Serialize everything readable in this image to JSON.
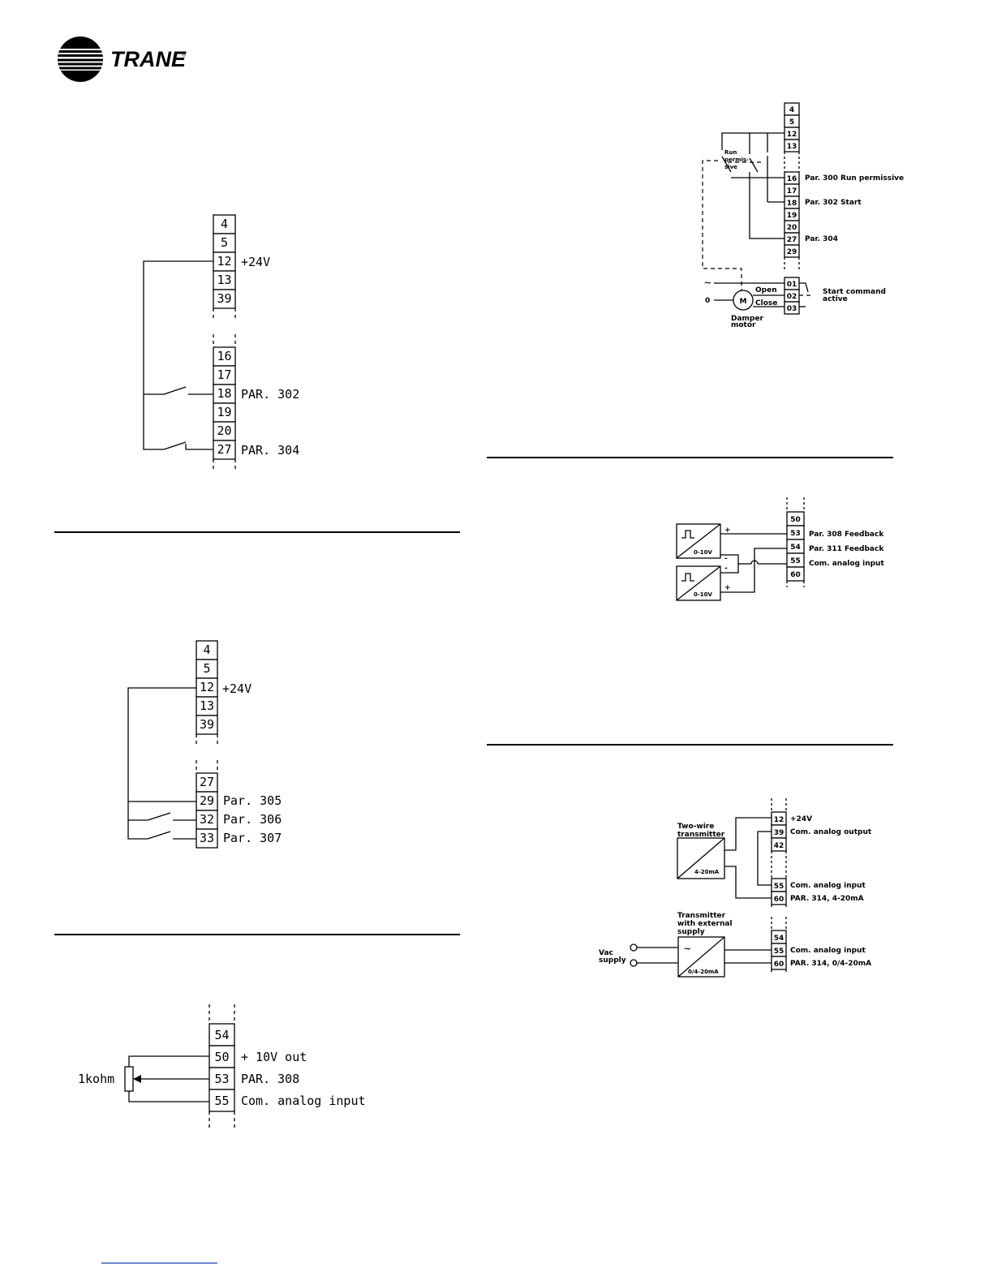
{
  "logo": {
    "brand": "TRANE",
    "mark": "®"
  },
  "d1": {
    "top": [
      "4",
      "5",
      "12",
      "13",
      "39"
    ],
    "bottom": [
      "16",
      "17",
      "18",
      "19",
      "20",
      "27"
    ],
    "label_12": "+24V",
    "label_18": "PAR. 302",
    "label_27": "PAR. 304"
  },
  "d2": {
    "top": [
      "4",
      "5",
      "12",
      "13",
      "39"
    ],
    "bottom": [
      "27",
      "29",
      "32",
      "33"
    ],
    "label_12": "+24V",
    "label_29": "Par. 305",
    "label_32": "Par. 306",
    "label_33": "Par. 307"
  },
  "d3": {
    "terms": [
      "54",
      "50",
      "53",
      "55"
    ],
    "label_50": "+ 10V out",
    "label_53": "PAR. 308",
    "label_55": "Com. analog input",
    "pot": "1kohm"
  },
  "d4": {
    "terms": [
      "4",
      "5",
      "12",
      "13",
      "16",
      "17",
      "18",
      "19",
      "20",
      "27",
      "29"
    ],
    "relays": [
      "01",
      "02",
      "03"
    ],
    "label_16": "Par. 300 Run permissive",
    "label_18": "Par. 302 Start",
    "label_27": "Par. 304",
    "run_permissive": [
      "Run",
      "permis-",
      "sive"
    ],
    "open": "Open",
    "close": "Close",
    "motor": "M",
    "damper": [
      "Damper",
      "motor"
    ],
    "ac": "~",
    "zero": "0",
    "start_cmd": [
      "Start command",
      "active"
    ]
  },
  "d5": {
    "terms": [
      "50",
      "53",
      "54",
      "55",
      "60"
    ],
    "label_53": "Par. 308 Feedback",
    "label_54": "Par. 311 Feedback",
    "label_55": "Com. analog input",
    "range1": "0-10V",
    "range2": "0-10V",
    "plus": "+",
    "minus": "-"
  },
  "d6": {
    "top": [
      "12",
      "39",
      "42",
      "55",
      "60"
    ],
    "bottom": [
      "54",
      "55",
      "60"
    ],
    "label_12": "+24V",
    "label_39": "Com. analog output",
    "label_55a": "Com. analog input",
    "label_60a": "PAR. 314, 4-20mA",
    "label_55b": "Com. analog input",
    "label_60b": "PAR. 314, 0/4-20mA",
    "two_wire": [
      "Two-wire",
      "transmitter"
    ],
    "tx_range": "4-20mA",
    "ext_supply": [
      "Transmitter",
      "with external",
      "supply"
    ],
    "ext_range": "0/4-20mA",
    "vac": [
      "Vac",
      "supply"
    ],
    "tilde": "~"
  }
}
